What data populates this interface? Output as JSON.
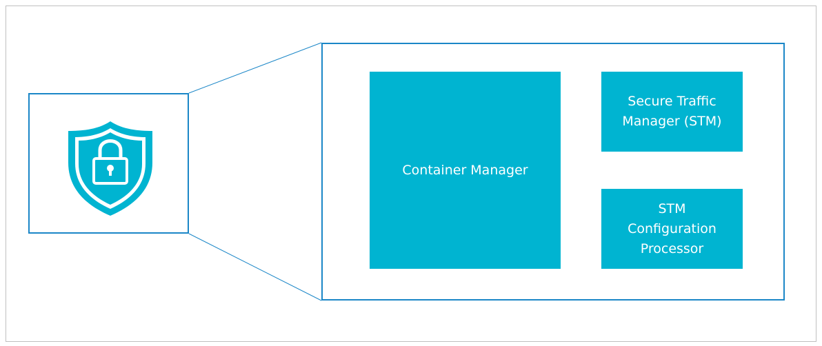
{
  "diagram": {
    "icon": "shield-lock-icon",
    "colors": {
      "accent": "#00b4d1",
      "border": "#1a86c7",
      "frame": "#bfbfbf"
    },
    "components": [
      {
        "id": "container-manager",
        "label": "Container Manager"
      },
      {
        "id": "secure-traffic-manager",
        "label": "Secure Traffic\nManager (STM)"
      },
      {
        "id": "stm-configuration-processor",
        "label": "STM\nConfiguration\nProcessor"
      }
    ]
  }
}
